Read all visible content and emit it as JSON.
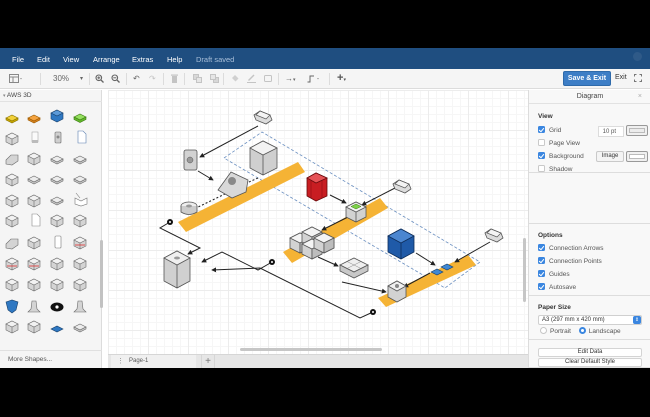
{
  "menubar": {
    "items": [
      "File",
      "Edit",
      "View",
      "Arrange",
      "Extras",
      "Help"
    ],
    "status": "Draft saved"
  },
  "toolbar": {
    "zoom_level": "30%",
    "save_exit_label": "Save & Exit",
    "exit_label": "Exit"
  },
  "sidebar": {
    "section_title": "AWS 3D",
    "more_shapes_label": "More Shapes...",
    "shape_colors": {
      "yellow": "#f2d13a",
      "orange": "#f4a340",
      "blue": "#2f78c2",
      "green": "#7dd14a",
      "red": "#d8262b"
    }
  },
  "pages": {
    "current": "Page-1",
    "add_label": "+"
  },
  "panel": {
    "title": "Diagram",
    "close_icon": "×",
    "view": {
      "heading": "View",
      "grid": {
        "label": "Grid",
        "checked": true,
        "size": "10 pt"
      },
      "page_view": {
        "label": "Page View",
        "checked": false
      },
      "background": {
        "label": "Background",
        "checked": true,
        "button": "Image"
      },
      "shadow": {
        "label": "Shadow",
        "checked": false
      }
    },
    "options": {
      "heading": "Options",
      "items": [
        {
          "label": "Connection Arrows",
          "checked": true
        },
        {
          "label": "Connection Points",
          "checked": true
        },
        {
          "label": "Guides",
          "checked": true
        },
        {
          "label": "Autosave",
          "checked": true
        }
      ]
    },
    "paper": {
      "heading": "Paper Size",
      "selected": "A3 (297 mm x 420 mm)",
      "portrait": "Portrait",
      "landscape": "Landscape",
      "orientation": "Landscape"
    },
    "buttons": {
      "edit_data": "Edit Data",
      "clear_style": "Clear Default Style"
    }
  },
  "colors": {
    "menubar_bg": "#1f4e80",
    "accent": "#3d7ec6",
    "highlight_band": "#f5b335",
    "canvas_grid": "#ececec"
  }
}
